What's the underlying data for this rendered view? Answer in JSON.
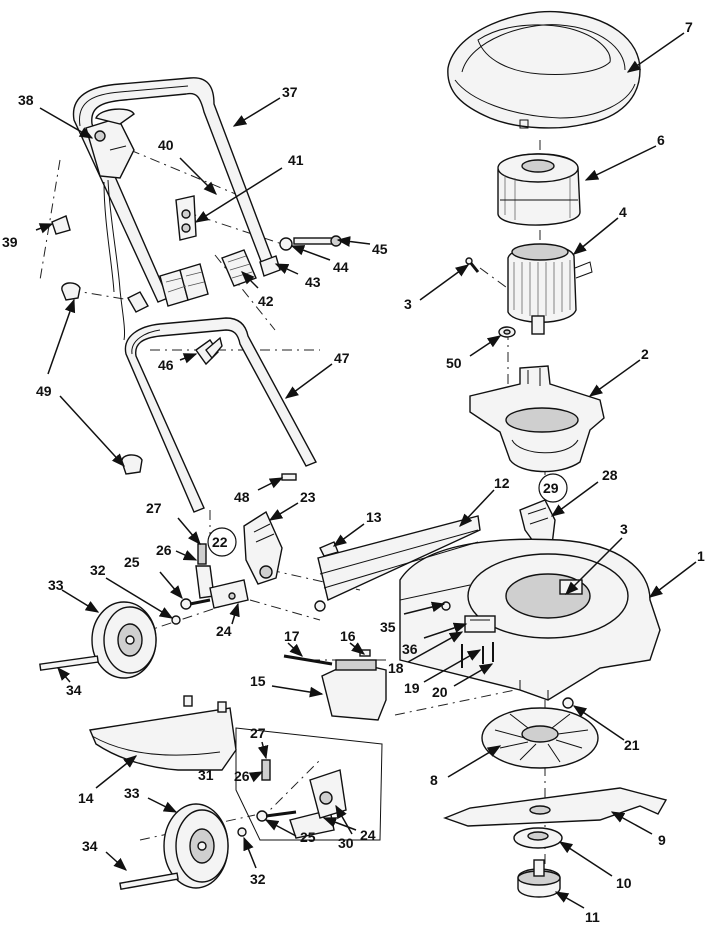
{
  "callouts": [
    {
      "id": "c1",
      "label": "1"
    },
    {
      "id": "c2",
      "label": "2"
    },
    {
      "id": "c3a",
      "label": "3"
    },
    {
      "id": "c3b",
      "label": "3"
    },
    {
      "id": "c4",
      "label": "4"
    },
    {
      "id": "c6",
      "label": "6"
    },
    {
      "id": "c7",
      "label": "7"
    },
    {
      "id": "c8",
      "label": "8"
    },
    {
      "id": "c9",
      "label": "9"
    },
    {
      "id": "c10",
      "label": "10"
    },
    {
      "id": "c11",
      "label": "11"
    },
    {
      "id": "c12",
      "label": "12"
    },
    {
      "id": "c13",
      "label": "13"
    },
    {
      "id": "c14",
      "label": "14"
    },
    {
      "id": "c15",
      "label": "15"
    },
    {
      "id": "c16",
      "label": "16"
    },
    {
      "id": "c17",
      "label": "17"
    },
    {
      "id": "c18",
      "label": "18"
    },
    {
      "id": "c19",
      "label": "19"
    },
    {
      "id": "c20",
      "label": "20"
    },
    {
      "id": "c21",
      "label": "21"
    },
    {
      "id": "c22",
      "label": "22"
    },
    {
      "id": "c23",
      "label": "23"
    },
    {
      "id": "c24a",
      "label": "24"
    },
    {
      "id": "c24b",
      "label": "24"
    },
    {
      "id": "c25a",
      "label": "25"
    },
    {
      "id": "c25b",
      "label": "25"
    },
    {
      "id": "c26a",
      "label": "26"
    },
    {
      "id": "c26b",
      "label": "26"
    },
    {
      "id": "c27a",
      "label": "27"
    },
    {
      "id": "c27b",
      "label": "27"
    },
    {
      "id": "c28",
      "label": "28"
    },
    {
      "id": "c29",
      "label": "29"
    },
    {
      "id": "c30",
      "label": "30"
    },
    {
      "id": "c31",
      "label": "31"
    },
    {
      "id": "c32a",
      "label": "32"
    },
    {
      "id": "c32b",
      "label": "32"
    },
    {
      "id": "c33a",
      "label": "33"
    },
    {
      "id": "c33b",
      "label": "33"
    },
    {
      "id": "c34a",
      "label": "34"
    },
    {
      "id": "c34b",
      "label": "34"
    },
    {
      "id": "c35",
      "label": "35"
    },
    {
      "id": "c36",
      "label": "36"
    },
    {
      "id": "c37",
      "label": "37"
    },
    {
      "id": "c38",
      "label": "38"
    },
    {
      "id": "c39",
      "label": "39"
    },
    {
      "id": "c40",
      "label": "40"
    },
    {
      "id": "c41",
      "label": "41"
    },
    {
      "id": "c42",
      "label": "42"
    },
    {
      "id": "c43",
      "label": "43"
    },
    {
      "id": "c44",
      "label": "44"
    },
    {
      "id": "c45",
      "label": "45"
    },
    {
      "id": "c46",
      "label": "46"
    },
    {
      "id": "c47",
      "label": "47"
    },
    {
      "id": "c48",
      "label": "48"
    },
    {
      "id": "c49",
      "label": "49"
    },
    {
      "id": "c50",
      "label": "50"
    }
  ]
}
